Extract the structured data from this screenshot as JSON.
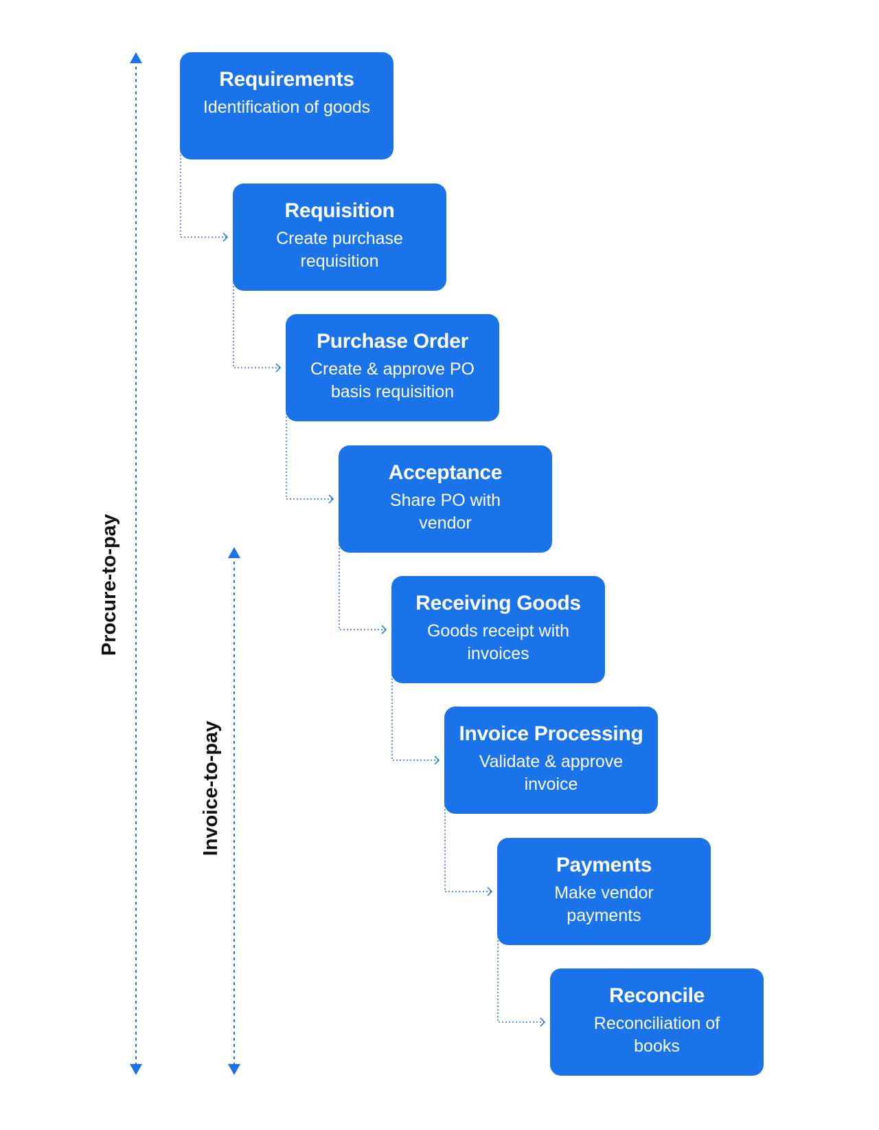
{
  "colors": {
    "box_fill": "#1a73e8",
    "box_text": "#ffffff",
    "connector": "#1a73e8",
    "label_text": "#111111",
    "background": "#ffffff"
  },
  "ranges": {
    "procure_to_pay": "Procure-to-pay",
    "invoice_to_pay": "Invoice-to-pay"
  },
  "steps": [
    {
      "title": "Requirements",
      "description": "Identification of goods"
    },
    {
      "title": "Requisition",
      "description": "Create purchase requisition"
    },
    {
      "title": "Purchase Order",
      "description": "Create & approve PO basis requisition"
    },
    {
      "title": "Acceptance",
      "description": "Share PO with vendor"
    },
    {
      "title": "Receiving Goods",
      "description": "Goods receipt with invoices"
    },
    {
      "title": "Invoice Processing",
      "description": "Validate & approve invoice"
    },
    {
      "title": "Payments",
      "description": "Make vendor payments"
    },
    {
      "title": "Reconcile",
      "description": "Reconciliation of books"
    }
  ]
}
